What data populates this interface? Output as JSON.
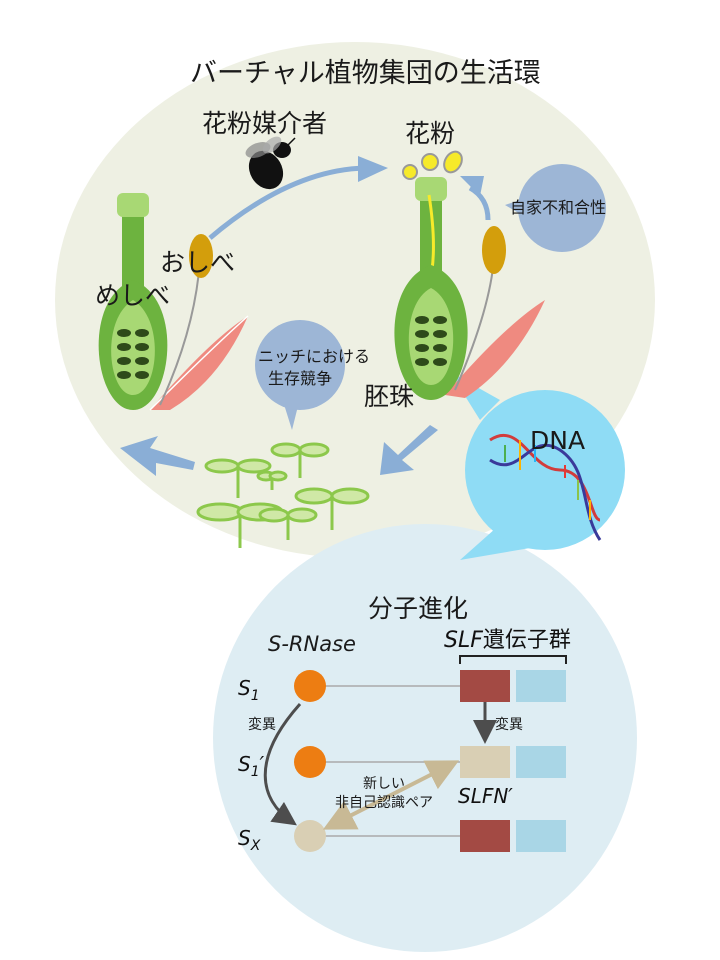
{
  "title": "バーチャル植物集団の生活環",
  "labels": {
    "pollinator": "花粉媒介者",
    "pollen": "花粉",
    "self_incompat": "自家不和合性",
    "stamen": "おしべ",
    "pistil": "めしべ",
    "niche_line1": "ニッチにおける",
    "niche_line2": "生存競争",
    "ovule": "胚珠",
    "dna": "DNA"
  },
  "molecular": {
    "title": "分子進化",
    "srnase_label": "S-RNase",
    "slf_italic": "SLF",
    "slf_rest": "遺伝子群",
    "rows": [
      {
        "letter": "S",
        "sub": "1",
        "suffix": ""
      },
      {
        "letter": "S",
        "sub": "1",
        "suffix": "′"
      },
      {
        "letter": "S",
        "sub": "X",
        "suffix": ""
      }
    ],
    "mutation_left": "変異",
    "mutation_right": "変異",
    "new_pair_line1": "新しい",
    "new_pair_line2": "非自己認識ペア",
    "slfn_label": "SLFN′"
  },
  "colors": {
    "cycle_bg": "#eef0e3",
    "molecular_bg": "#deedf3",
    "dna_bubble": "#8fdcf5",
    "speech_bubble": "#9db6d6",
    "arrow_blue": "#8aaed6",
    "pistil_green": "#6db33f",
    "pistil_light": "#a8d874",
    "anther": "#d39e0c",
    "petal": "#ef8a80",
    "pollen_yellow": "#f6ea2a",
    "srnase_orange": "#ed7d12",
    "srnase_beige": "#d9cfb4",
    "slf_red": "#a34a44",
    "slf_blue": "#a9d6e6",
    "slfn_beige": "#d9cfb4"
  }
}
